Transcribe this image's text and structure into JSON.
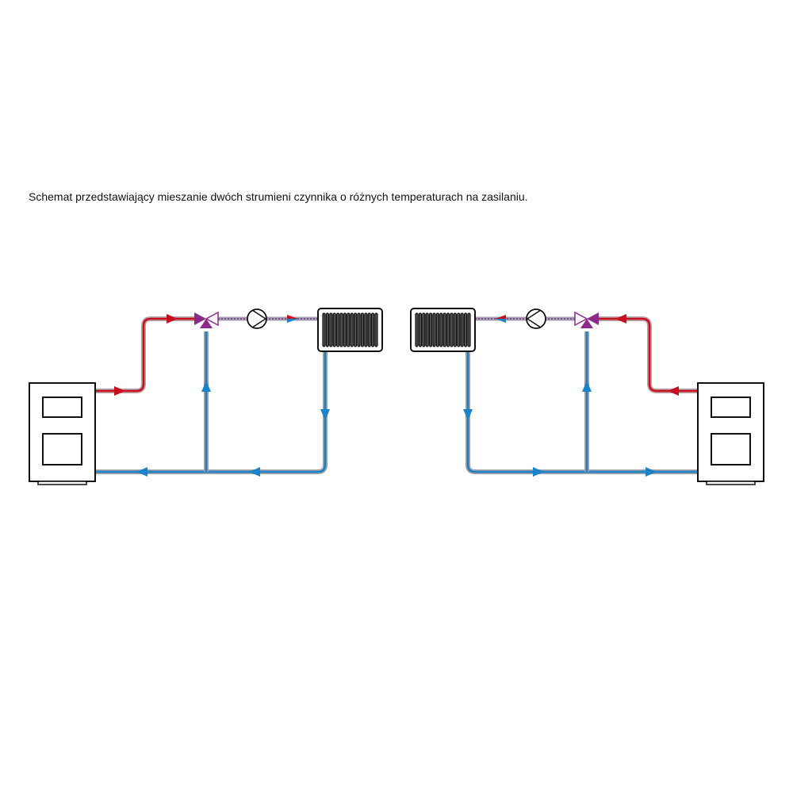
{
  "caption": "Schemat przedstawiający mieszanie dwóch strumieni czynnika o różnych temperaturach na zasilaniu.",
  "colors": {
    "hot": "#c8101e",
    "cold": "#1a82c8",
    "pipe_halo": "#a0a0a8",
    "valve": "#8b2a8b",
    "outline": "#111111"
  },
  "components": [
    "boiler",
    "three-way-valve",
    "circulation-pump",
    "radiator",
    "bypass"
  ]
}
